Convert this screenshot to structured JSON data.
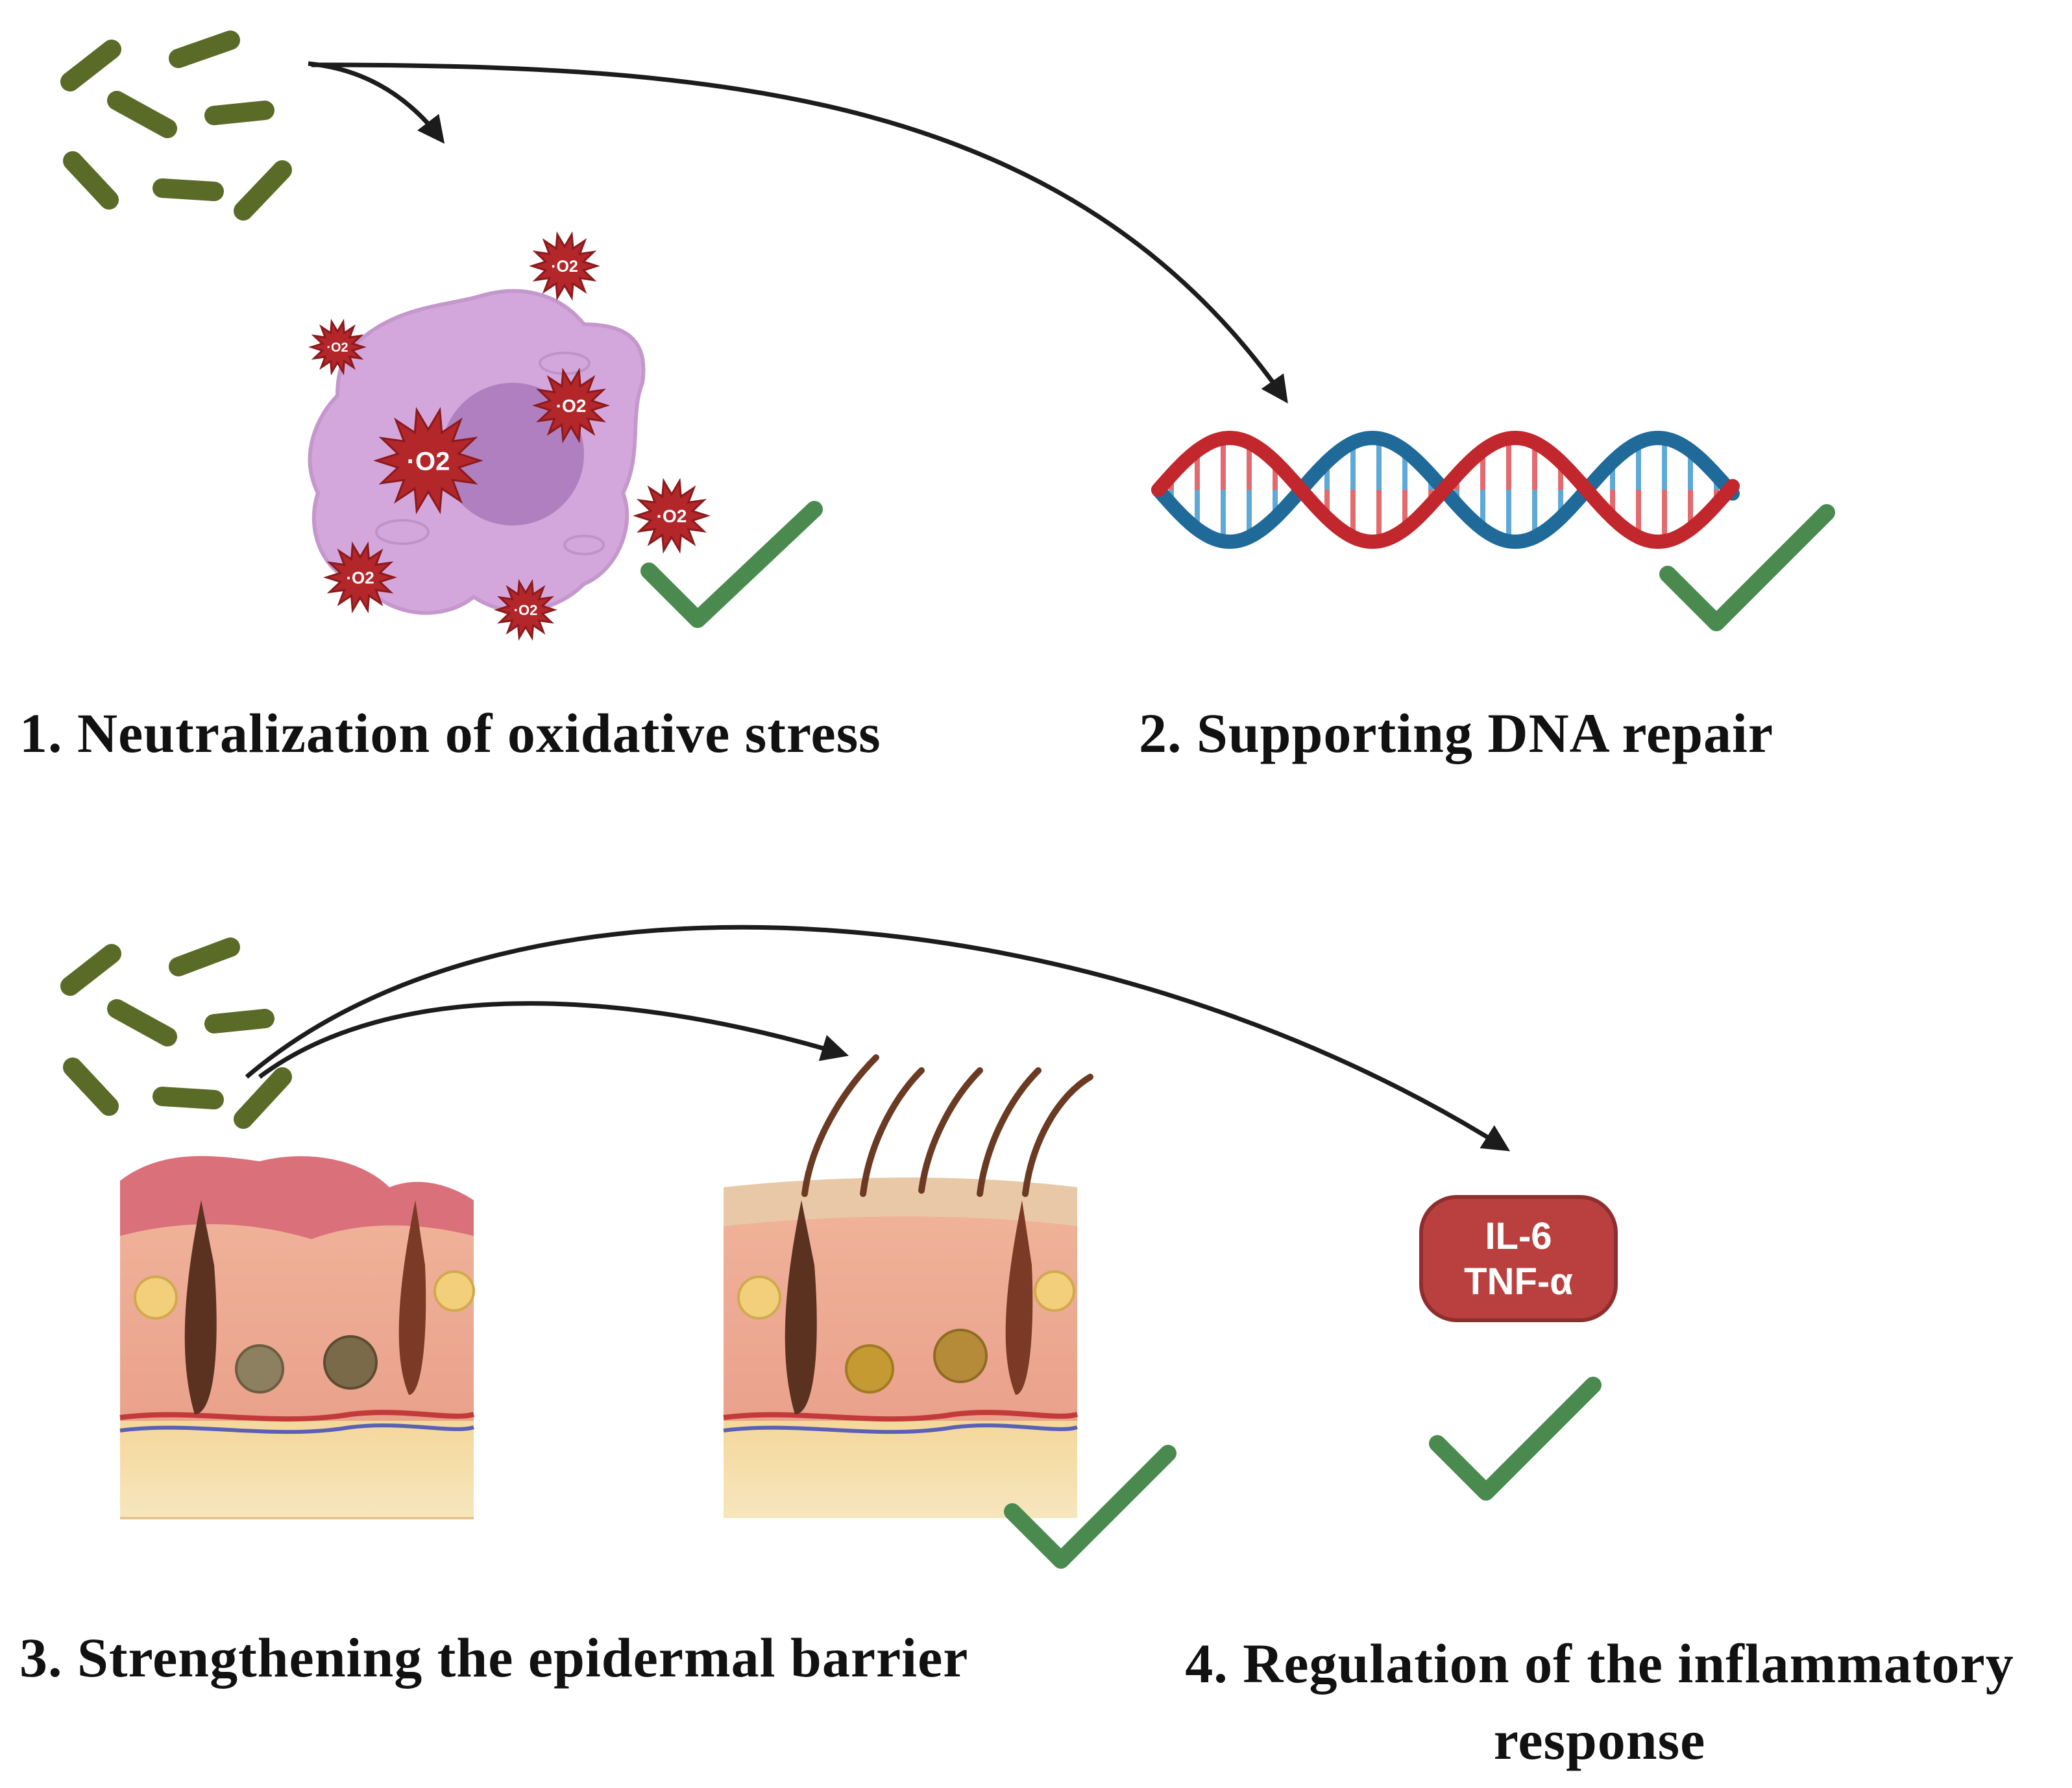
{
  "colors": {
    "bacteria": "#5a6b27",
    "arrow": "#1c1c1c",
    "check": "#4a8a4f",
    "cell": "#d4a7dc",
    "nucleus": "#a978bb",
    "ros": "#b3262a",
    "dna_red": "#c1272d",
    "dna_blue": "#1f6a99",
    "cytokine_box": "#b9403f",
    "skin_inflamed": "#d9707a",
    "skin_healthy": "#e9c8a8"
  },
  "icons": {
    "bacteria": "rod-bacteria-icon",
    "ros": "superoxide-radical-icon",
    "check": "checkmark-icon",
    "dna": "dna-helix-icon",
    "skin": "skin-cross-section-icon"
  },
  "ros_label": "·O2",
  "cytokines": {
    "line1": "IL-6",
    "line2": "TNF-α"
  },
  "panels": [
    {
      "label": "1. Neutralization  of oxidative stress"
    },
    {
      "label": "2. Supporting  DNA repair"
    },
    {
      "label": "3. Strengthening  the epidermal  barrier"
    },
    {
      "label_line1": "4. Regulation of the inflammatory",
      "label_line2": "response"
    }
  ]
}
